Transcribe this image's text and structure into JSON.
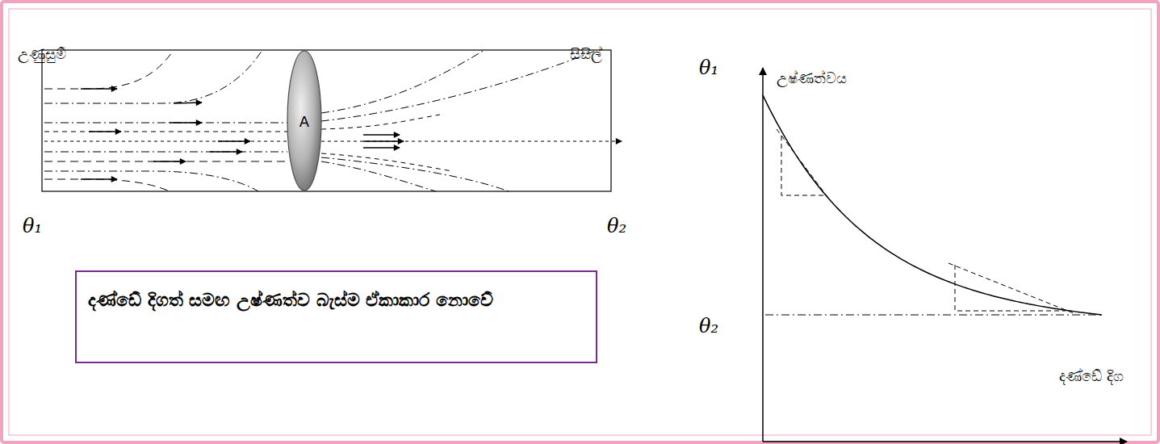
{
  "diagram": {
    "nodes": [
      {
        "text": [
          "A"
        ]
      },
      {
        "text": [
          "දණ්ඩේ දිගත් සමඟ උෂ්ණත්ව බැස්ම ඒකාකාර නොවේ"
        ]
      }
    ],
    "labels": [
      "උණුසුම්",
      "සිසිල්",
      "θ₁",
      "θ₂",
      "θ₁",
      "θ₂",
      "උෂ්ණත්වය",
      "දණ්ඩේ දිග"
    ]
  }
}
